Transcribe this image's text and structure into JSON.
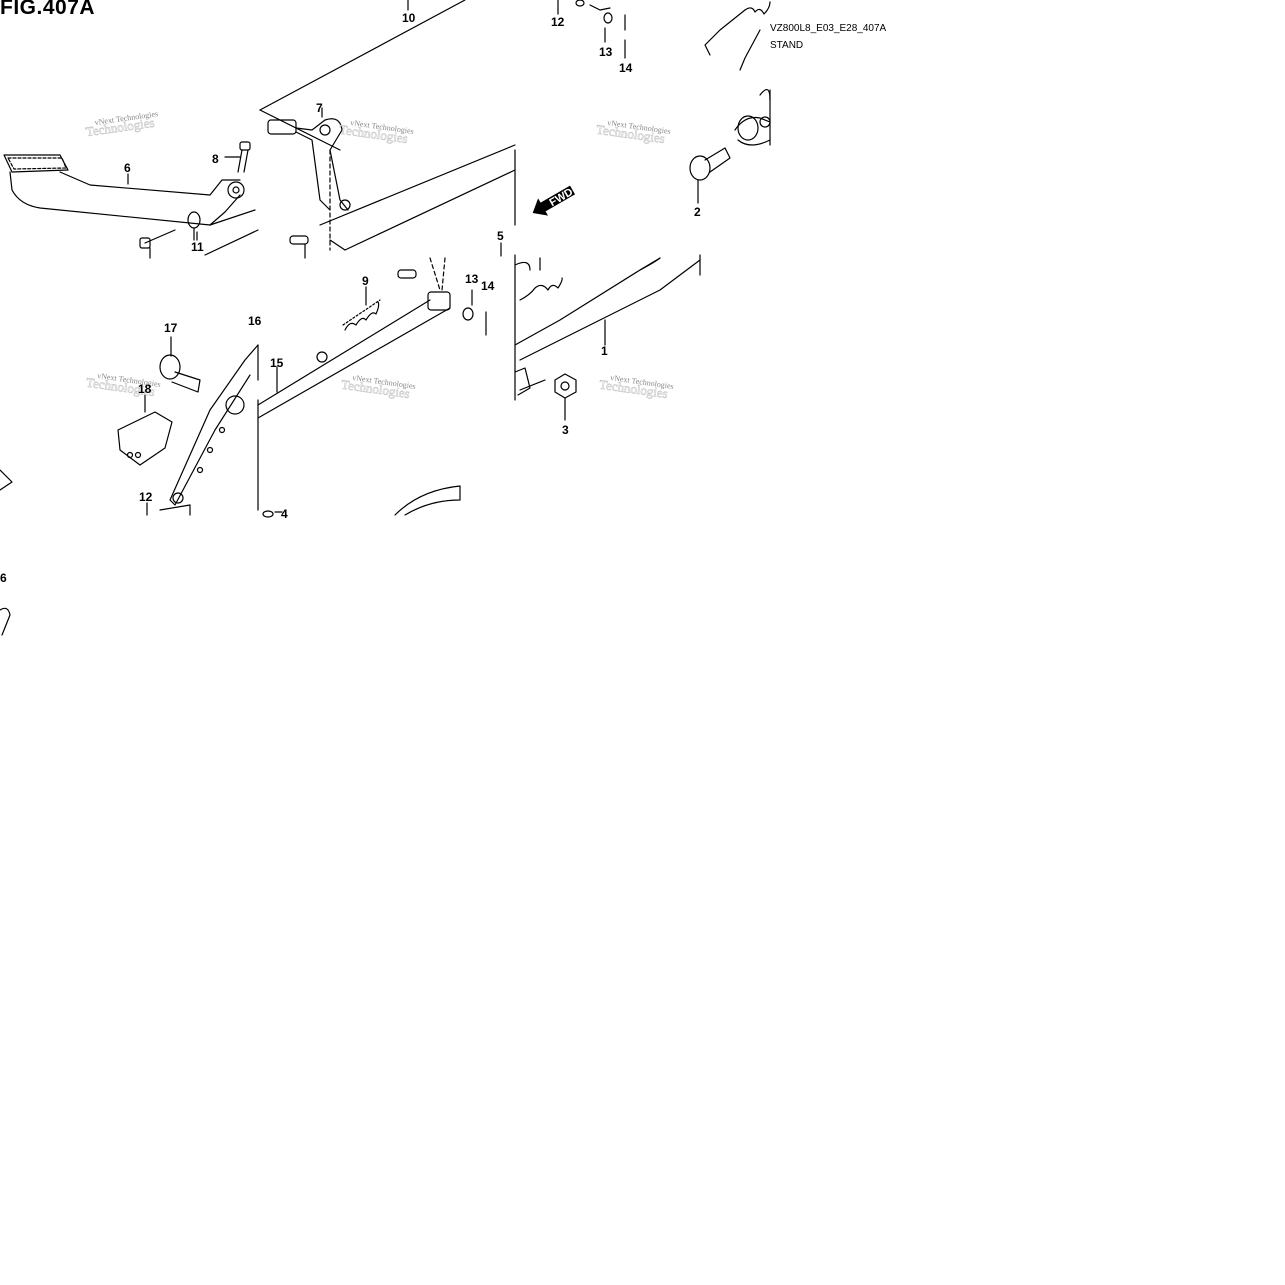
{
  "figure": {
    "title": "FIG.407A",
    "code": "VZ800L8_E03_E28_407A",
    "subtitle": "STAND"
  },
  "direction_arrow": {
    "label": "FWD"
  },
  "watermark": {
    "line1": "vNext Technologies",
    "line2": "Technologies"
  },
  "callouts": [
    "10",
    "12",
    "13",
    "14",
    "7",
    "8",
    "6",
    "11",
    "2",
    "5",
    "9",
    "13",
    "14",
    "1",
    "17",
    "16",
    "15",
    "18",
    "3",
    "12",
    "4",
    "6"
  ]
}
